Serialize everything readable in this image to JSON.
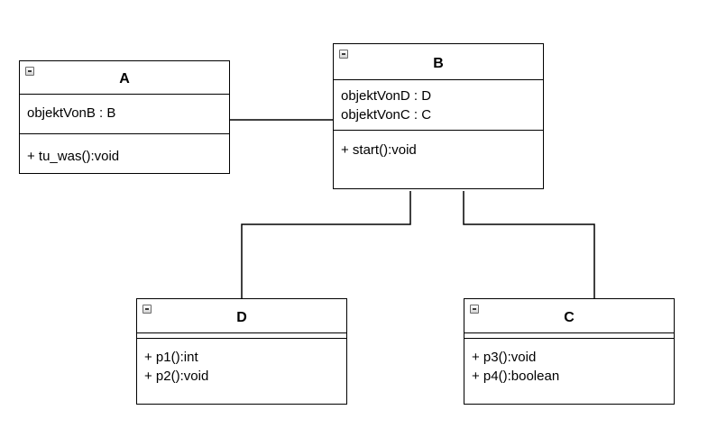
{
  "classes": {
    "a": {
      "name": "A",
      "attributes": [
        "objektVonB : B"
      ],
      "operations": [
        "+ tu_was():void"
      ]
    },
    "b": {
      "name": "B",
      "attributes": [
        "objektVonD : D",
        "objektVonC : C"
      ],
      "operations": [
        "+ start():void"
      ]
    },
    "d": {
      "name": "D",
      "attributes": [],
      "operations": [
        "+ p1():int",
        "+ p2():void"
      ]
    },
    "c": {
      "name": "C",
      "attributes": [],
      "operations": [
        "+ p3():void",
        "+ p4():boolean"
      ]
    }
  },
  "associations": [
    {
      "from": "A",
      "to": "B"
    },
    {
      "from": "B",
      "to": "D"
    },
    {
      "from": "B",
      "to": "C"
    }
  ],
  "colors": {
    "line": "#000000",
    "background": "#ffffff",
    "icon_border": "#6b6b6b"
  },
  "icons": {
    "collapse": "minus-square-icon"
  }
}
